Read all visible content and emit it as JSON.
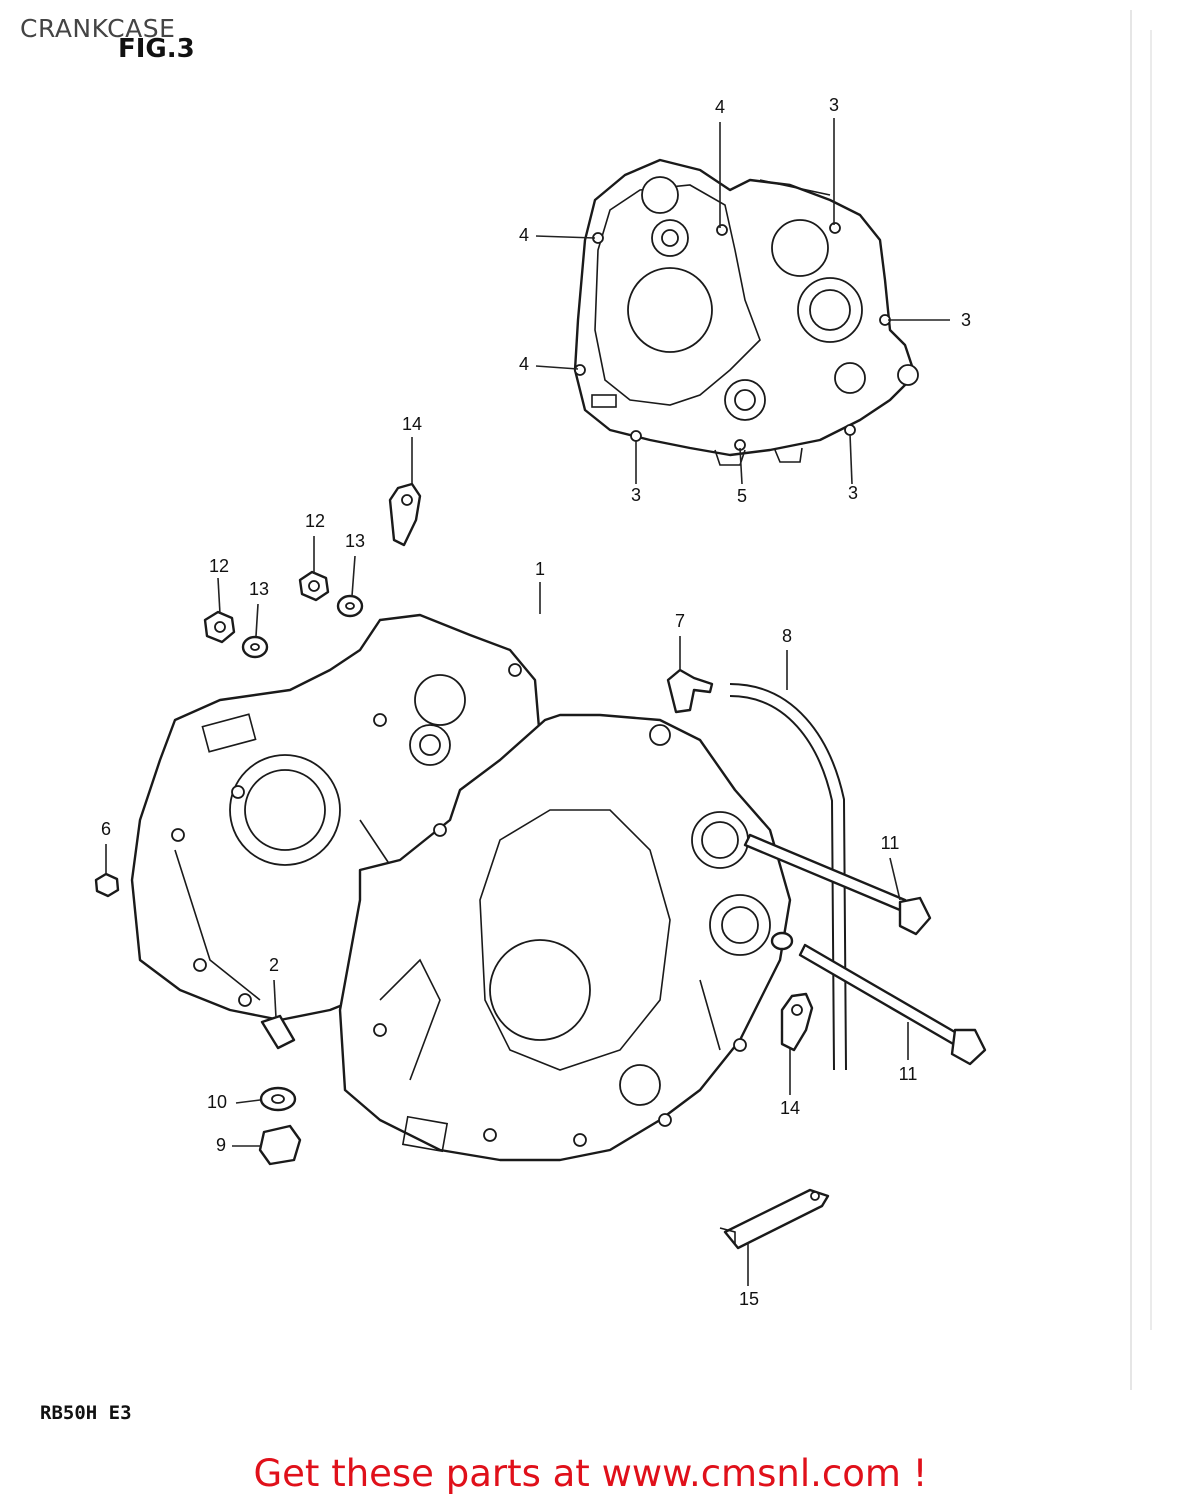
{
  "header": {
    "section_title": "CRANKCASE",
    "figure_label": "FIG.3"
  },
  "footer": {
    "model_code": "RB50H E3",
    "call_to_action": "Get these parts at www.cmsnl.com !"
  },
  "callouts": [
    {
      "id": "c4a",
      "text": "4"
    },
    {
      "id": "c3a",
      "text": "3"
    },
    {
      "id": "c4b",
      "text": "4"
    },
    {
      "id": "c3b",
      "text": "3"
    },
    {
      "id": "c4c",
      "text": "4"
    },
    {
      "id": "c3c",
      "text": "3"
    },
    {
      "id": "c5",
      "text": "5"
    },
    {
      "id": "c3d",
      "text": "3"
    },
    {
      "id": "c14a",
      "text": "14"
    },
    {
      "id": "c12a",
      "text": "12"
    },
    {
      "id": "c13a",
      "text": "13"
    },
    {
      "id": "c12b",
      "text": "12"
    },
    {
      "id": "c13b",
      "text": "13"
    },
    {
      "id": "c1",
      "text": "1"
    },
    {
      "id": "c7",
      "text": "7"
    },
    {
      "id": "c8",
      "text": "8"
    },
    {
      "id": "c6",
      "text": "6"
    },
    {
      "id": "c11a",
      "text": "11"
    },
    {
      "id": "c2",
      "text": "2"
    },
    {
      "id": "c11b",
      "text": "11"
    },
    {
      "id": "c14b",
      "text": "14"
    },
    {
      "id": "c10",
      "text": "10"
    },
    {
      "id": "c9",
      "text": "9"
    },
    {
      "id": "c15",
      "text": "15"
    }
  ]
}
